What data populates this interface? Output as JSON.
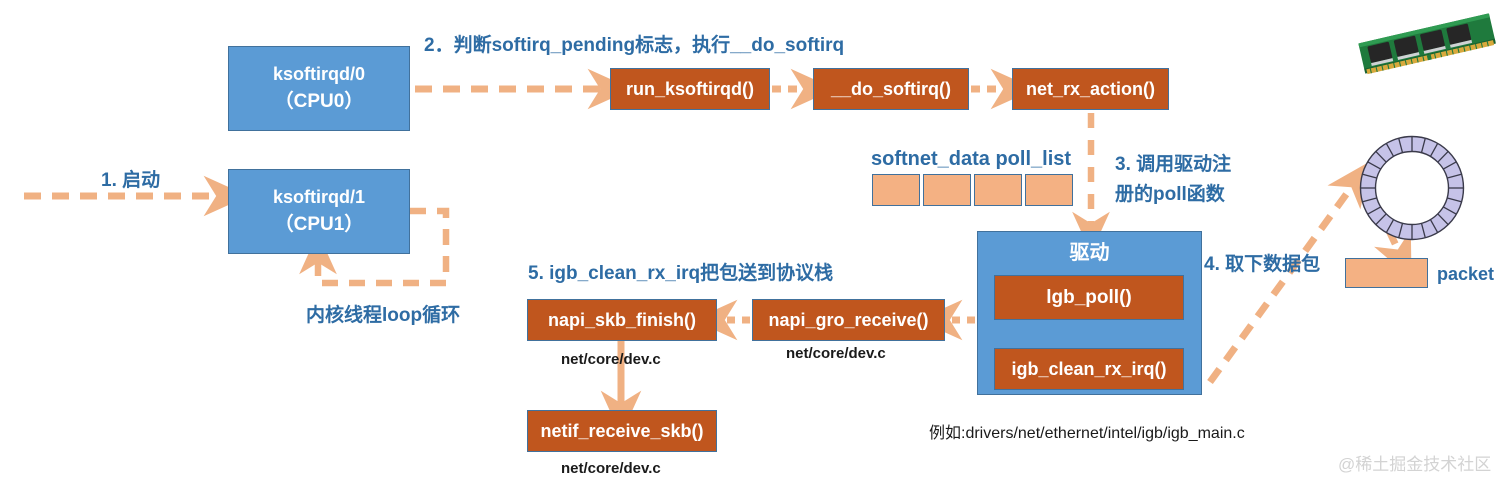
{
  "diagram": {
    "title_watermark": "@稀土掘金技术社区",
    "colors": {
      "blue_box": "#5b9bd5",
      "orange_box": "#c0561e",
      "peach_box": "#f4b183",
      "border": "#41719c",
      "arrow": "#f0b183",
      "label_text": "#2e6ca4"
    },
    "threads": [
      {
        "name": "ksoftirqd-0",
        "line1": "ksoftirqd/0",
        "line2": "（CPU0）"
      },
      {
        "name": "ksoftirqd-1",
        "line1": "ksoftirqd/1",
        "line2": "（CPU1）"
      }
    ],
    "softirq_chain": [
      {
        "name": "run-ksoftirqd",
        "label": "run_ksoftirqd()"
      },
      {
        "name": "do-softirq",
        "label": "__do_softirq()"
      },
      {
        "name": "net-rx-action",
        "label": "net_rx_action()"
      }
    ],
    "step_labels": {
      "step1": "1. 启动",
      "step2": "2．判断softirq_pending标志，执行__do_softirq",
      "step3_line1": "3. 调用驱动注",
      "step3_line2": "册的poll函数",
      "step4": "4. 取下数据包",
      "step5": "5. igb_clean_rx_irq把包送到协议栈",
      "loop": "内核线程loop循环"
    },
    "softnet": {
      "title": "softnet_data poll_list",
      "slots": [
        "",
        "",
        "",
        ""
      ]
    },
    "driver": {
      "title": "驱动",
      "functions": [
        {
          "name": "igb-poll",
          "label": "lgb_poll()"
        },
        {
          "name": "igb-clean-rx-irq",
          "label": "igb_clean_rx_irq()"
        }
      ],
      "source_note": "例如:drivers/net/ethernet/intel/igb/igb_main.c"
    },
    "protocol_stack": [
      {
        "name": "napi-gro-receive",
        "label": "napi_gro_receive()",
        "file": "net/core/dev.c"
      },
      {
        "name": "napi-skb-finish",
        "label": "napi_skb_finish()",
        "file": "net/core/dev.c"
      },
      {
        "name": "netif-receive-skb",
        "label": "netif_receive_skb()",
        "file": "net/core/dev.c"
      }
    ],
    "hardware": {
      "ring_buffer_name": "ring-buffer",
      "packet_label": "packet",
      "nic_name": "memory-module-image"
    }
  }
}
